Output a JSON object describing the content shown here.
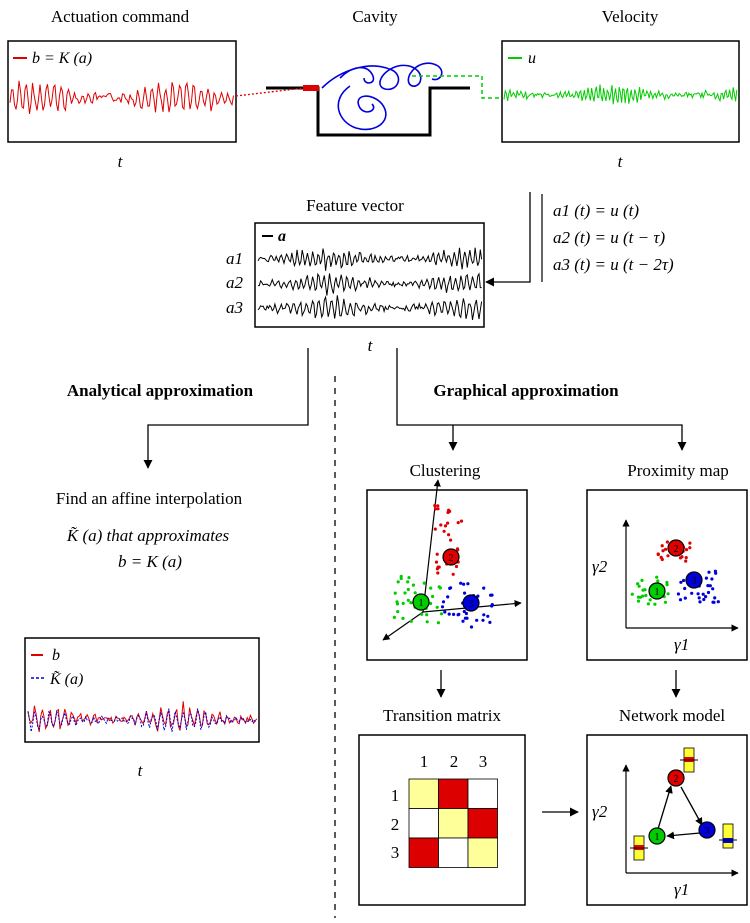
{
  "top": {
    "actuation_title": "Actuation command",
    "actuation_legend": "b = K (a)",
    "actuation_axis": "t",
    "cavity_title": "Cavity",
    "velocity_title": "Velocity",
    "velocity_legend": "u",
    "velocity_axis": "t"
  },
  "feature": {
    "title": "Feature vector",
    "legend": "a",
    "row_labels": [
      "a1",
      "a2",
      "a3"
    ],
    "axis": "t",
    "equations": [
      "a1 (t) = u (t)",
      "a2 (t) = u (t − τ)",
      "a3 (t) = u (t − 2τ)"
    ]
  },
  "analytical": {
    "heading": "Analytical approximation",
    "line1": "Find an affine interpolation",
    "line2": "K̃ (a) that approximates",
    "line3": "b = K (a)",
    "legend_b": "b",
    "legend_k": "K̃ (a)",
    "axis": "t"
  },
  "graphical": {
    "heading": "Graphical approximation",
    "clustering_title": "Clustering",
    "proximity_title": "Proximity map",
    "transition_title": "Transition matrix",
    "network_title": "Network model",
    "gamma1": "γ1",
    "gamma2": "γ2",
    "matrix_headers": [
      "1",
      "2",
      "3"
    ],
    "matrix_rows": [
      [
        "yellow",
        "red",
        "white"
      ],
      [
        "white",
        "yellow",
        "red"
      ],
      [
        "red",
        "white",
        "yellow"
      ]
    ],
    "nodes": [
      "1",
      "2",
      "3"
    ]
  },
  "colors": {
    "red": "#e00000",
    "green": "#00cc00",
    "blue": "#0000dd",
    "yellow": "#ffff99",
    "matrix_red": "#dd0000"
  }
}
